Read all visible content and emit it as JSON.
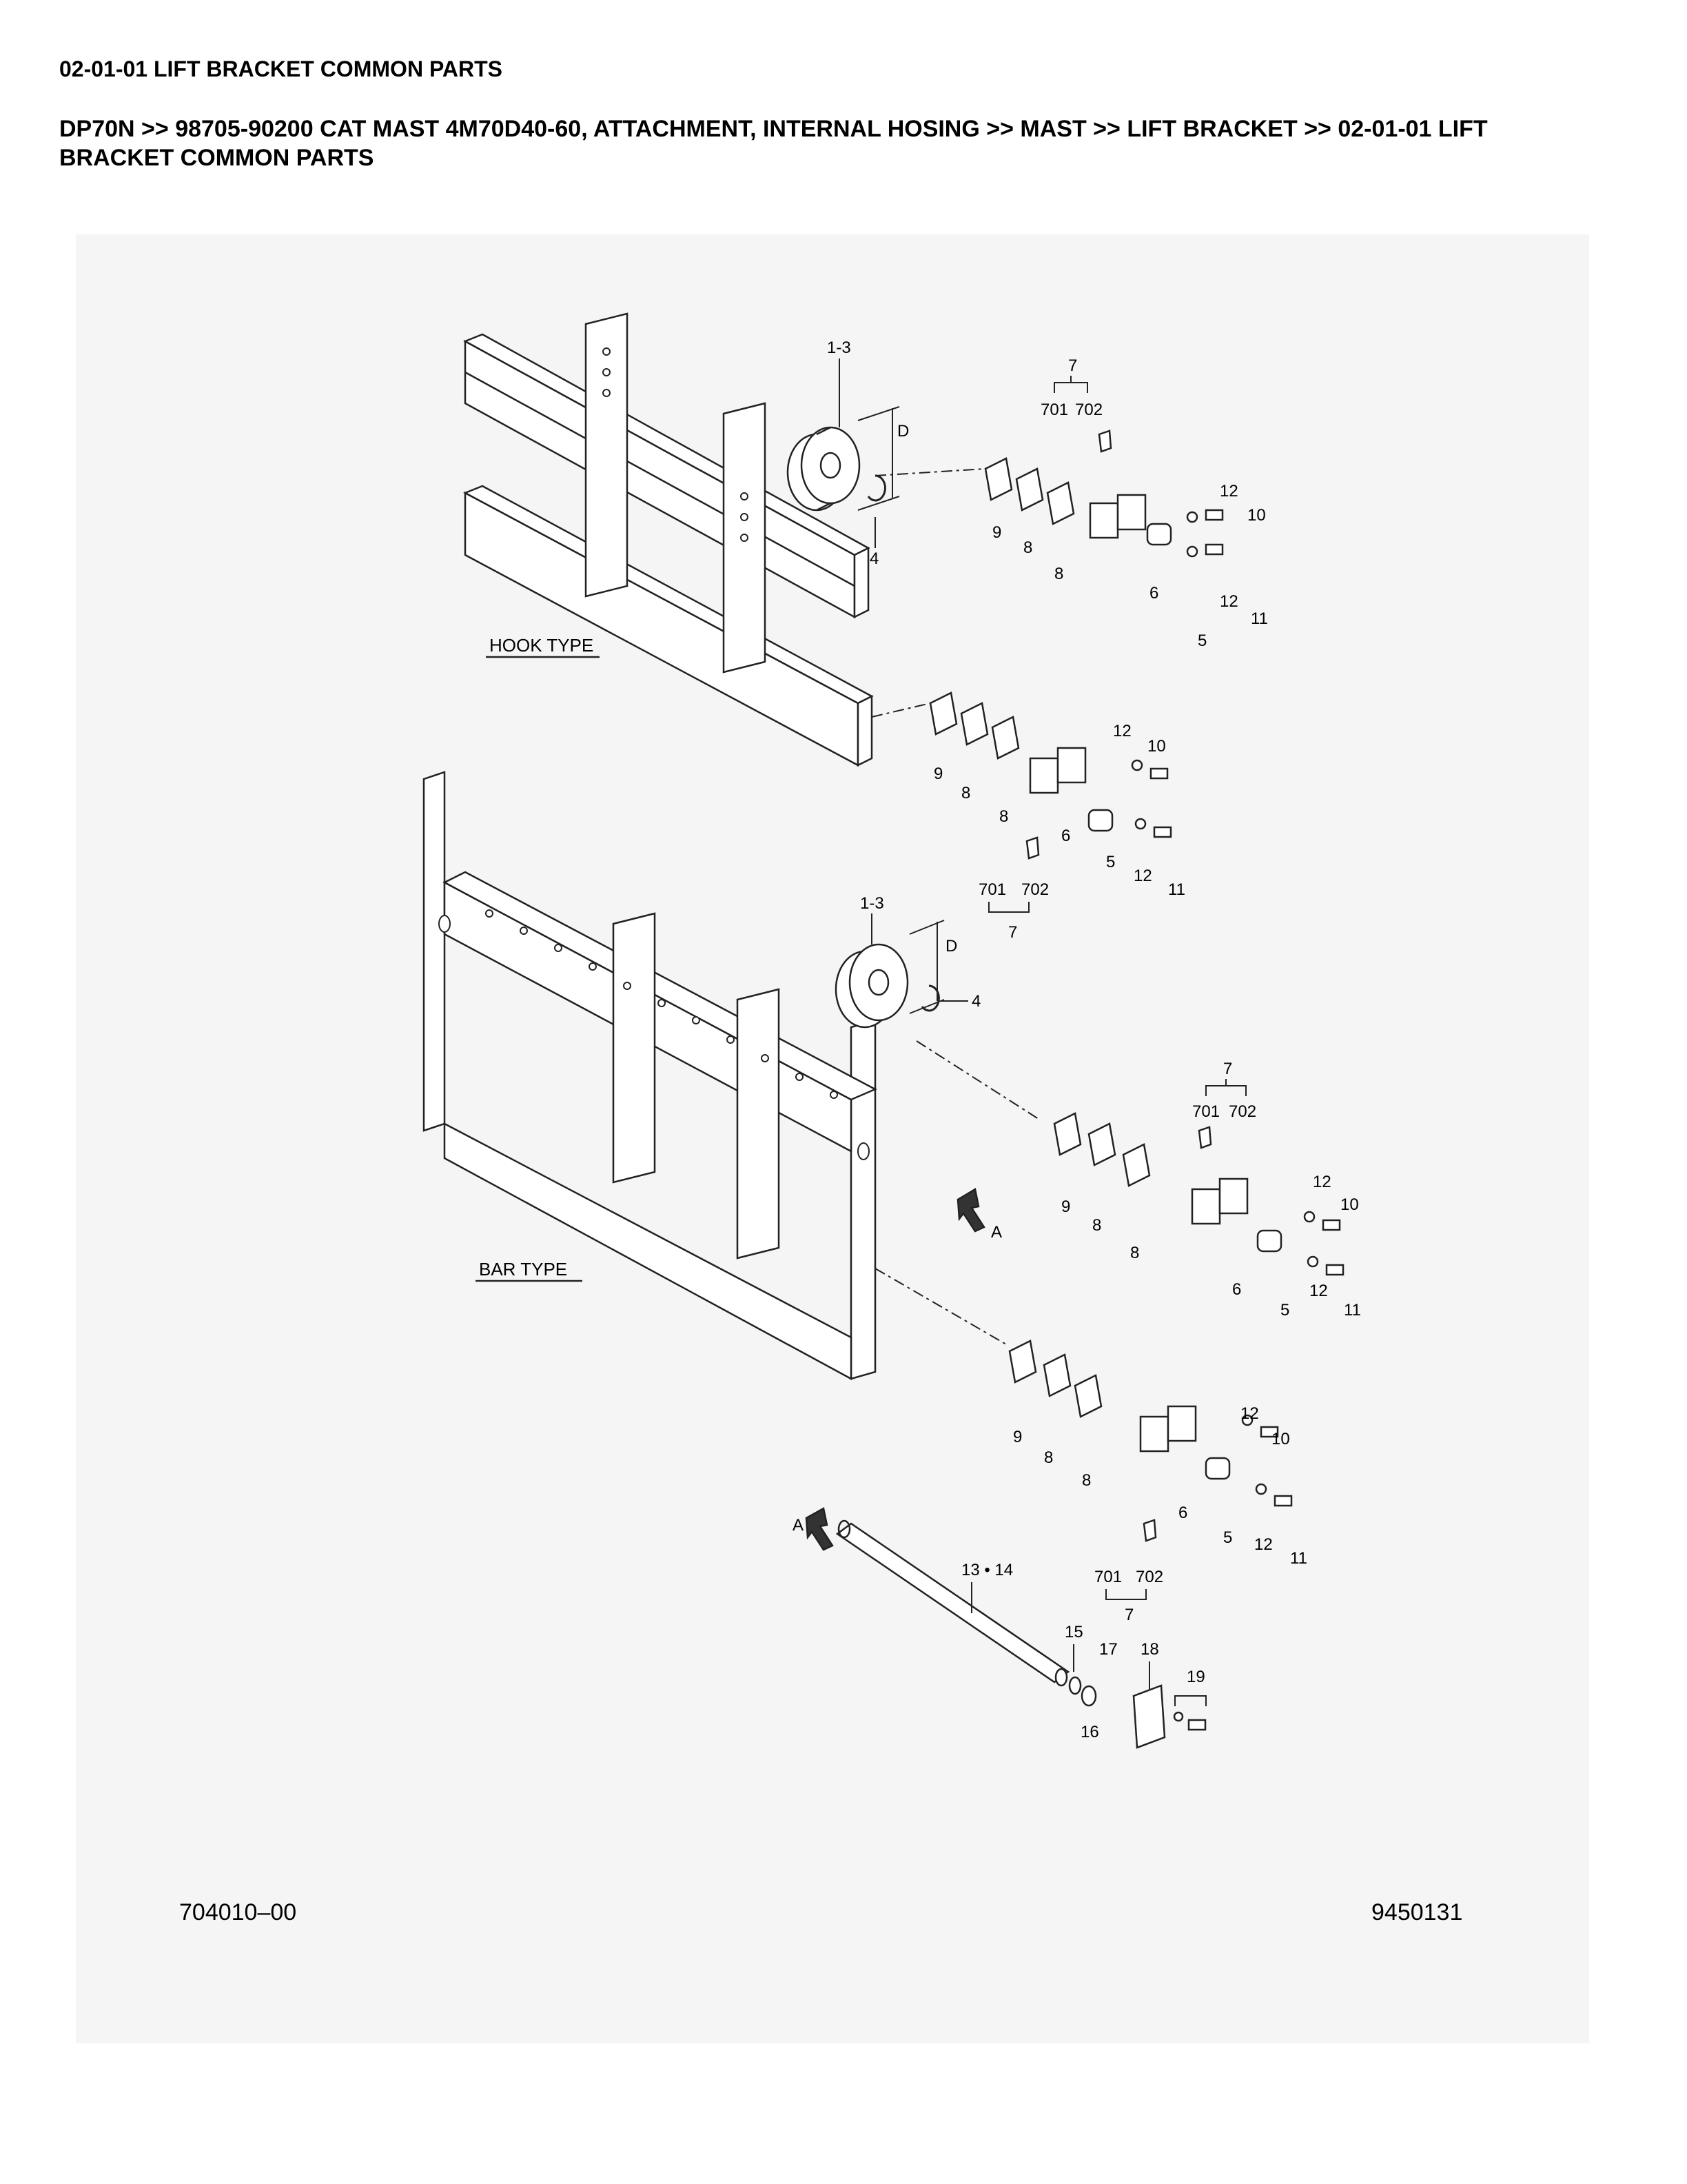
{
  "header": {
    "title": "02-01-01 LIFT BRACKET COMMON PARTS",
    "breadcrumb": "DP70N >> 98705-90200 CAT MAST 4M70D40-60, ATTACHMENT, INTERNAL HOSING >> MAST >> LIFT BRACKET >> 02-01-01 LIFT BRACKET COMMON PARTS"
  },
  "drawing": {
    "drawing_number": "704010–00",
    "part_number": "9450131",
    "sections": {
      "hook_type": "HOOK TYPE",
      "bar_type": "BAR TYPE"
    },
    "labels": {
      "roller": "1-3",
      "dimension": "D",
      "snap_ring": "4",
      "side_roller": "5",
      "bracket": "6",
      "bracket_assy": "7",
      "shim_8": "8",
      "shim_9": "9",
      "bolt_10": "10",
      "bolt_11": "11",
      "washer_12": "12",
      "part_701": "701",
      "part_702": "702",
      "bar": "13 • 14",
      "part_15": "15",
      "part_16": "16",
      "part_17": "17",
      "plate_18": "18",
      "part_19": "19",
      "view_a": "A"
    }
  }
}
